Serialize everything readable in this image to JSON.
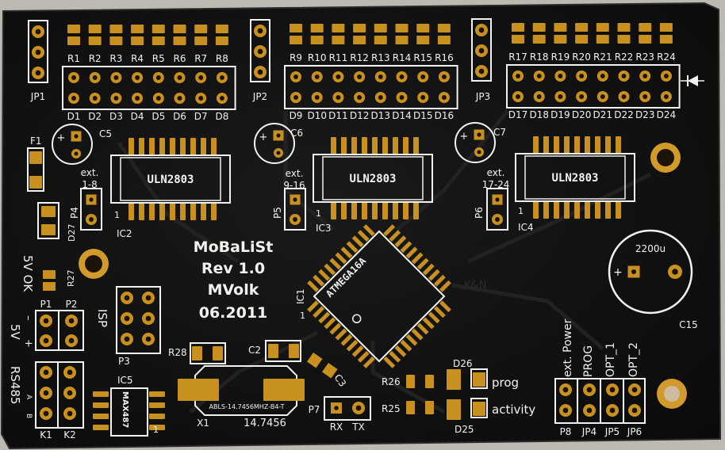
{
  "board": {
    "title": "MoBaLiSt",
    "revision": "Rev 1.0",
    "author": "MVolk",
    "date": "06.2011",
    "soldermask_color": "#121212",
    "copper_color": "#c8901e",
    "silk_color": "#f2f2ee"
  },
  "chips": {
    "driver_label": "ULN2803",
    "ic2": "IC2",
    "ic3": "IC3",
    "ic4": "IC4",
    "mcu_label": "ATMEGA16A",
    "mcu_ref": "IC1",
    "rs485_label": "MAX487",
    "rs485_ref": "IC5",
    "pin1": "1"
  },
  "rows": {
    "resistors_1": [
      "R1",
      "R2",
      "R3",
      "R4",
      "R5",
      "R6",
      "R7",
      "R8"
    ],
    "resistors_2": [
      "R9",
      "R10",
      "R11",
      "R12",
      "R13",
      "R14",
      "R15",
      "R16"
    ],
    "resistors_3": [
      "R17",
      "R18",
      "R19",
      "R20",
      "R21",
      "R22",
      "R23",
      "R24"
    ],
    "diodes_1": [
      "D1",
      "D2",
      "D3",
      "D4",
      "D5",
      "D6",
      "D7",
      "D8"
    ],
    "diodes_2": [
      "D9",
      "D10",
      "D11",
      "D12",
      "D13",
      "D14",
      "D15",
      "D16"
    ],
    "diodes_3": [
      "D17",
      "D18",
      "D19",
      "D20",
      "D21",
      "D22",
      "D23",
      "D24"
    ]
  },
  "labels": {
    "jp1": "JP1",
    "jp2": "JP2",
    "jp3": "JP3",
    "c5": "C5",
    "c6": "C6",
    "c7": "C7",
    "f1": "F1",
    "ext": "ext.",
    "ext_1_8": "1-8",
    "ext_9_16": "9-16",
    "ext_17_24": "17-24",
    "p4": "P4",
    "p5": "P5",
    "p6": "P6",
    "five_v_ok": "5V OK",
    "d27": "D27",
    "r27": "R27",
    "p1": "P1",
    "p2": "P2",
    "p3": "P3",
    "five_v": "5V",
    "minus": "–",
    "plus": "+",
    "isp": "ISP",
    "rs485": "RS485",
    "a": "A",
    "b": "B",
    "k1": "K1",
    "k2": "K2",
    "r28": "R28",
    "c2": "C2",
    "c3": "C3",
    "crystal_part": "ABLS-14.7456MHZ-B4-T",
    "x1": "X1",
    "crystal_freq": "14.7456",
    "p7": "P7",
    "rx": "RX",
    "tx": "TX",
    "r26": "R26",
    "r25": "R25",
    "d26": "D26",
    "d25": "D25",
    "prog": "prog",
    "activity": "activity",
    "cap_value": "2200u",
    "c15": "C15",
    "ext_power": "ext. Power",
    "prog_cap": "PROG",
    "opt1": "OPT_1",
    "opt2": "OPT_2",
    "p8": "P8",
    "jp4": "JP4",
    "jp5": "JP5",
    "jp6": "JP6",
    "mask_mark": "K&N"
  }
}
